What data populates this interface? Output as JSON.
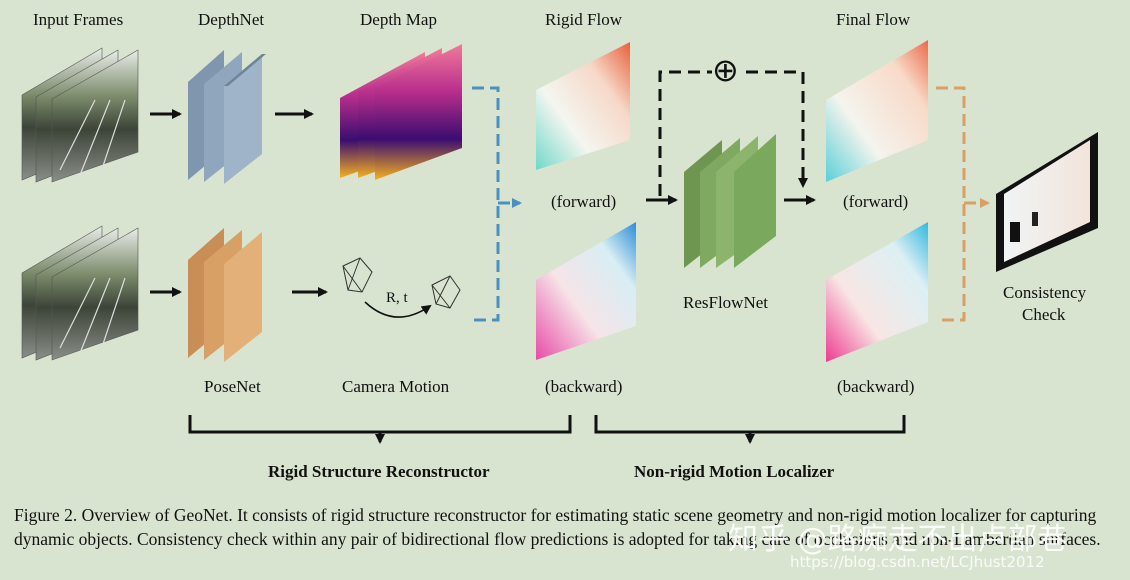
{
  "labels": {
    "input_frames": "Input Frames",
    "depthnet": "DepthNet",
    "depth_map": "Depth Map",
    "rigid_flow": "Rigid Flow",
    "final_flow": "Final Flow",
    "forward_1": "(forward)",
    "forward_2": "(forward)",
    "backward_1": "(backward)",
    "backward_2": "(backward)",
    "resflownet": "ResFlowNet",
    "consistency_check_line1": "Consistency",
    "consistency_check_line2": "Check",
    "posenet": "PoseNet",
    "camera_motion": "Camera Motion",
    "rt": "R, t",
    "plus_symbol": "⊕",
    "rigid_structure_reconstructor": "Rigid Structure Reconstructor",
    "nonrigid_motion_localizer": "Non-rigid Motion Localizer"
  },
  "caption": {
    "text": "Figure 2. Overview of GeoNet.  It consists of rigid structure reconstructor for estimating static scene geometry and non-rigid motion localizer for capturing dynamic objects. Consistency check within any pair of bidirectional flow predictions is adopted for taking care of occlusions and non-Lambertian surfaces."
  },
  "watermark": {
    "zhihu": "知乎 @路痴走不出卢部巷",
    "url": "https://blog.csdn.net/LCJhust2012"
  },
  "colors": {
    "background": "#d9e4d0",
    "depthnet_block": "#8fa6bd",
    "posenet_block": "#d9a066",
    "resflownet_block": "#7fa860",
    "blue_dashed": "#4a90c0",
    "orange_dashed": "#d9a066"
  }
}
